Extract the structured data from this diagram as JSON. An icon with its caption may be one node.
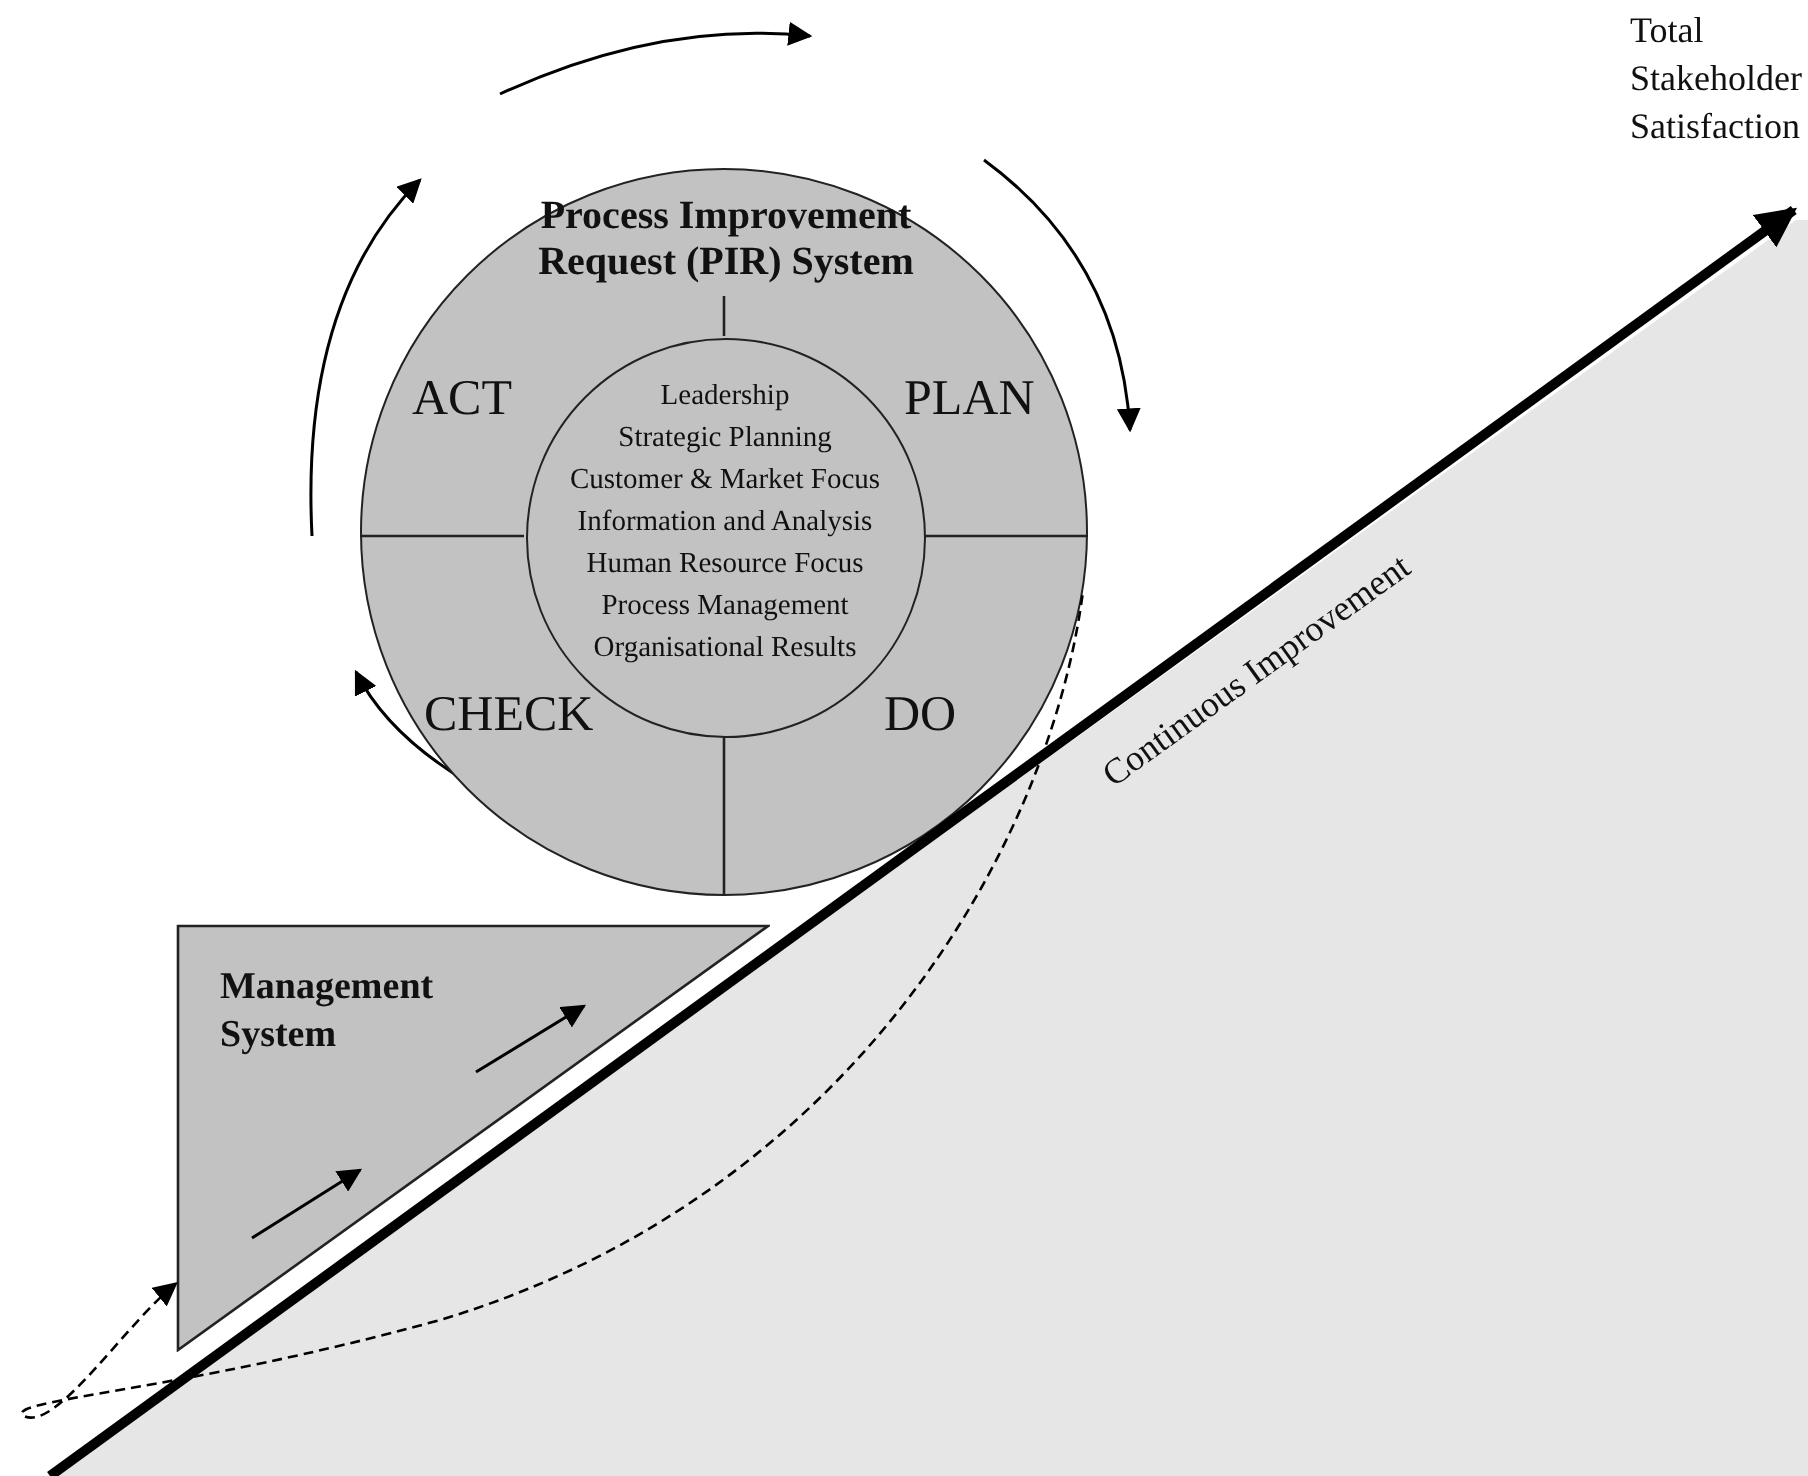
{
  "diagram": {
    "nodes": [
      {
        "text": [
          "Process Improvement Request (PIR) System"
        ]
      },
      {
        "text": [
          "Leadership",
          "Strategic Planning",
          "Customer & Market Focus",
          "Information and Analysis",
          "Human Resource Focus",
          "Process Management",
          "Organisational Results"
        ],
        "in": 0
      },
      {
        "text": [
          "Management System"
        ]
      },
      {
        "text": [
          "Total Stakeholder Satisfaction"
        ]
      }
    ],
    "edges": [
      {
        "from": null,
        "to": 3,
        "arrow": "to",
        "label": "Continuous Improvement",
        "style": "thick"
      },
      {
        "from": 0,
        "to": 2,
        "arrow": "to",
        "style": "dashed"
      }
    ],
    "labels": [
      "ACT",
      "PLAN",
      "CHECK",
      "DO"
    ]
  }
}
